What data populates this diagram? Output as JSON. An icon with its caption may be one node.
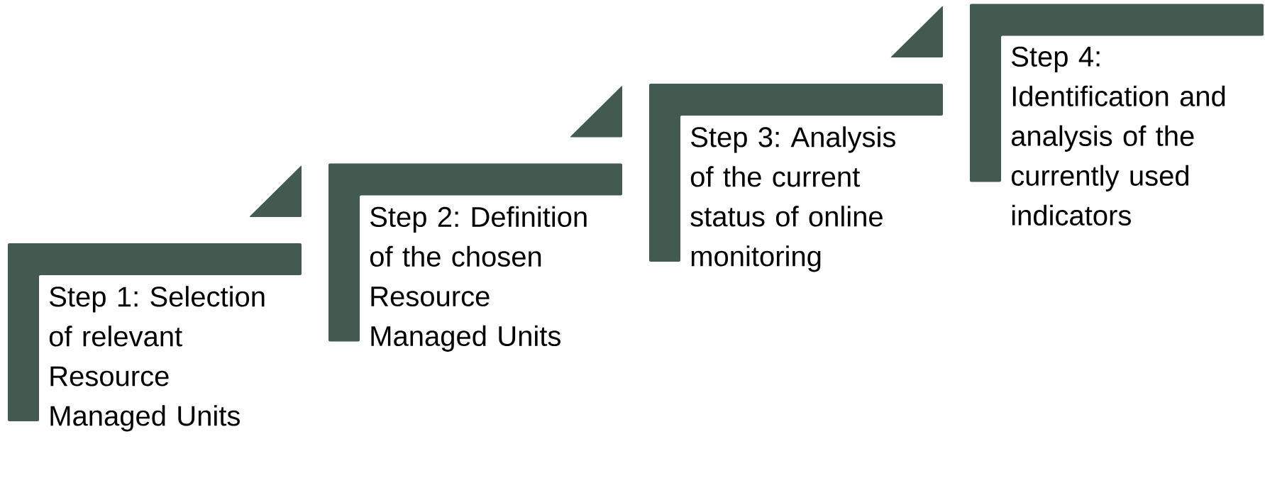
{
  "diagram": {
    "nodes": [
      {
        "text": [
          "Step 1: Selection of relevant Resource Managed Units"
        ]
      },
      {
        "text": [
          "Step 2: Definition of the chosen Resource Managed Units"
        ]
      },
      {
        "text": [
          "Step 3: Analysis of the current status of online monitoring"
        ]
      },
      {
        "text": [
          "Step 4: Identification and analysis of the currently used indicators"
        ]
      }
    ]
  }
}
